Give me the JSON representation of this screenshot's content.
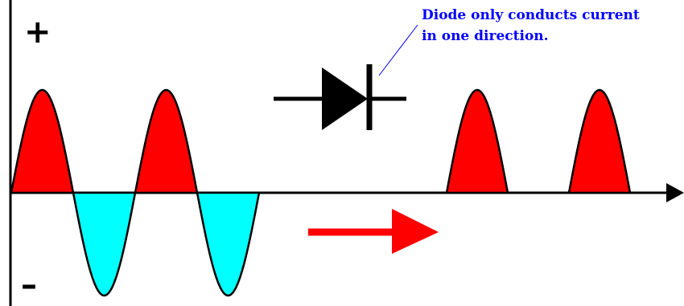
{
  "signs": {
    "plus": "+",
    "minus": "–"
  },
  "callout": {
    "line1": "Diode only conducts current",
    "line2": "in one direction."
  },
  "colors": {
    "positive_fill": "#ff0000",
    "negative_fill": "#00ffff",
    "outline": "#000000",
    "callout_text": "#0000ff",
    "callout_leader": "#0000ff",
    "arrow": "#ff0000",
    "diode": "#000000"
  },
  "input_wave": {
    "cycles": 2,
    "halves": [
      "positive",
      "negative",
      "positive",
      "negative"
    ]
  },
  "output_wave": {
    "cycles": 2,
    "halves": [
      "positive",
      "zero",
      "positive",
      "zero"
    ]
  },
  "components": {
    "diode_symbol": "diode-icon",
    "direction_arrow": "right-arrow-icon"
  }
}
